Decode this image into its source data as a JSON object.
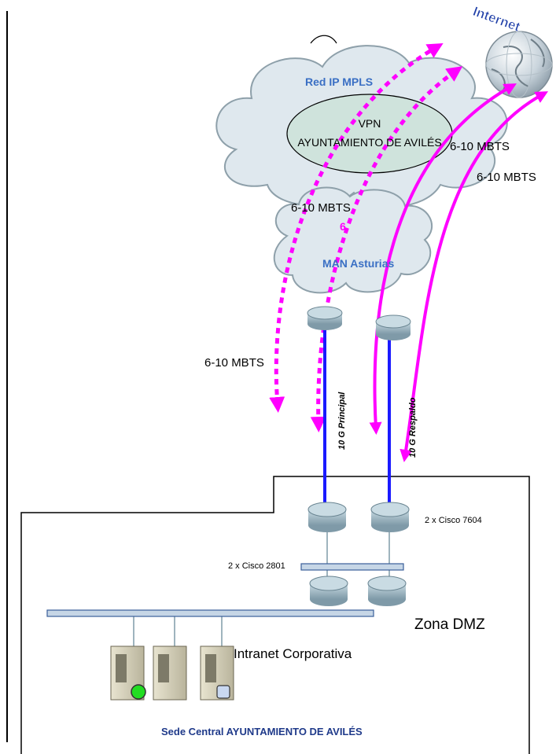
{
  "clouds": {
    "mpls_label": "Red IP MPLS",
    "man_label": "MAN Asturias"
  },
  "vpn": {
    "line1": "VPN",
    "line2": "AYUNTAMIENTO DE AVILÉS"
  },
  "internet": {
    "label": "Internet"
  },
  "bandwidth": {
    "vpn_right": "6-10 MBTS",
    "internet_right": "6-10 MBTS",
    "center": "6-10 MBTS",
    "center_small": "6",
    "left": "6-10 MBTS"
  },
  "links": {
    "principal": "10 G Principal",
    "respaldo": "10 G Respaldo"
  },
  "devices": {
    "cisco_7604": "2 x Cisco 7604",
    "cisco_2801": "2 x Cisco 2801"
  },
  "zones": {
    "dmz": "Zona DMZ",
    "intranet": "Intranet Corporativa",
    "site": "Sede Central AYUNTAMIENTO DE AVILÉS"
  },
  "colors": {
    "magenta": "#ff00ff",
    "link_blue": "#1a1aff",
    "cloud_fill": "#dfe8ee",
    "vpn_fill": "#cfe3dc",
    "router_fill": "#9fb8c4",
    "label_blue": "#3a6fc4",
    "label_navy": "#1f3a8a"
  }
}
